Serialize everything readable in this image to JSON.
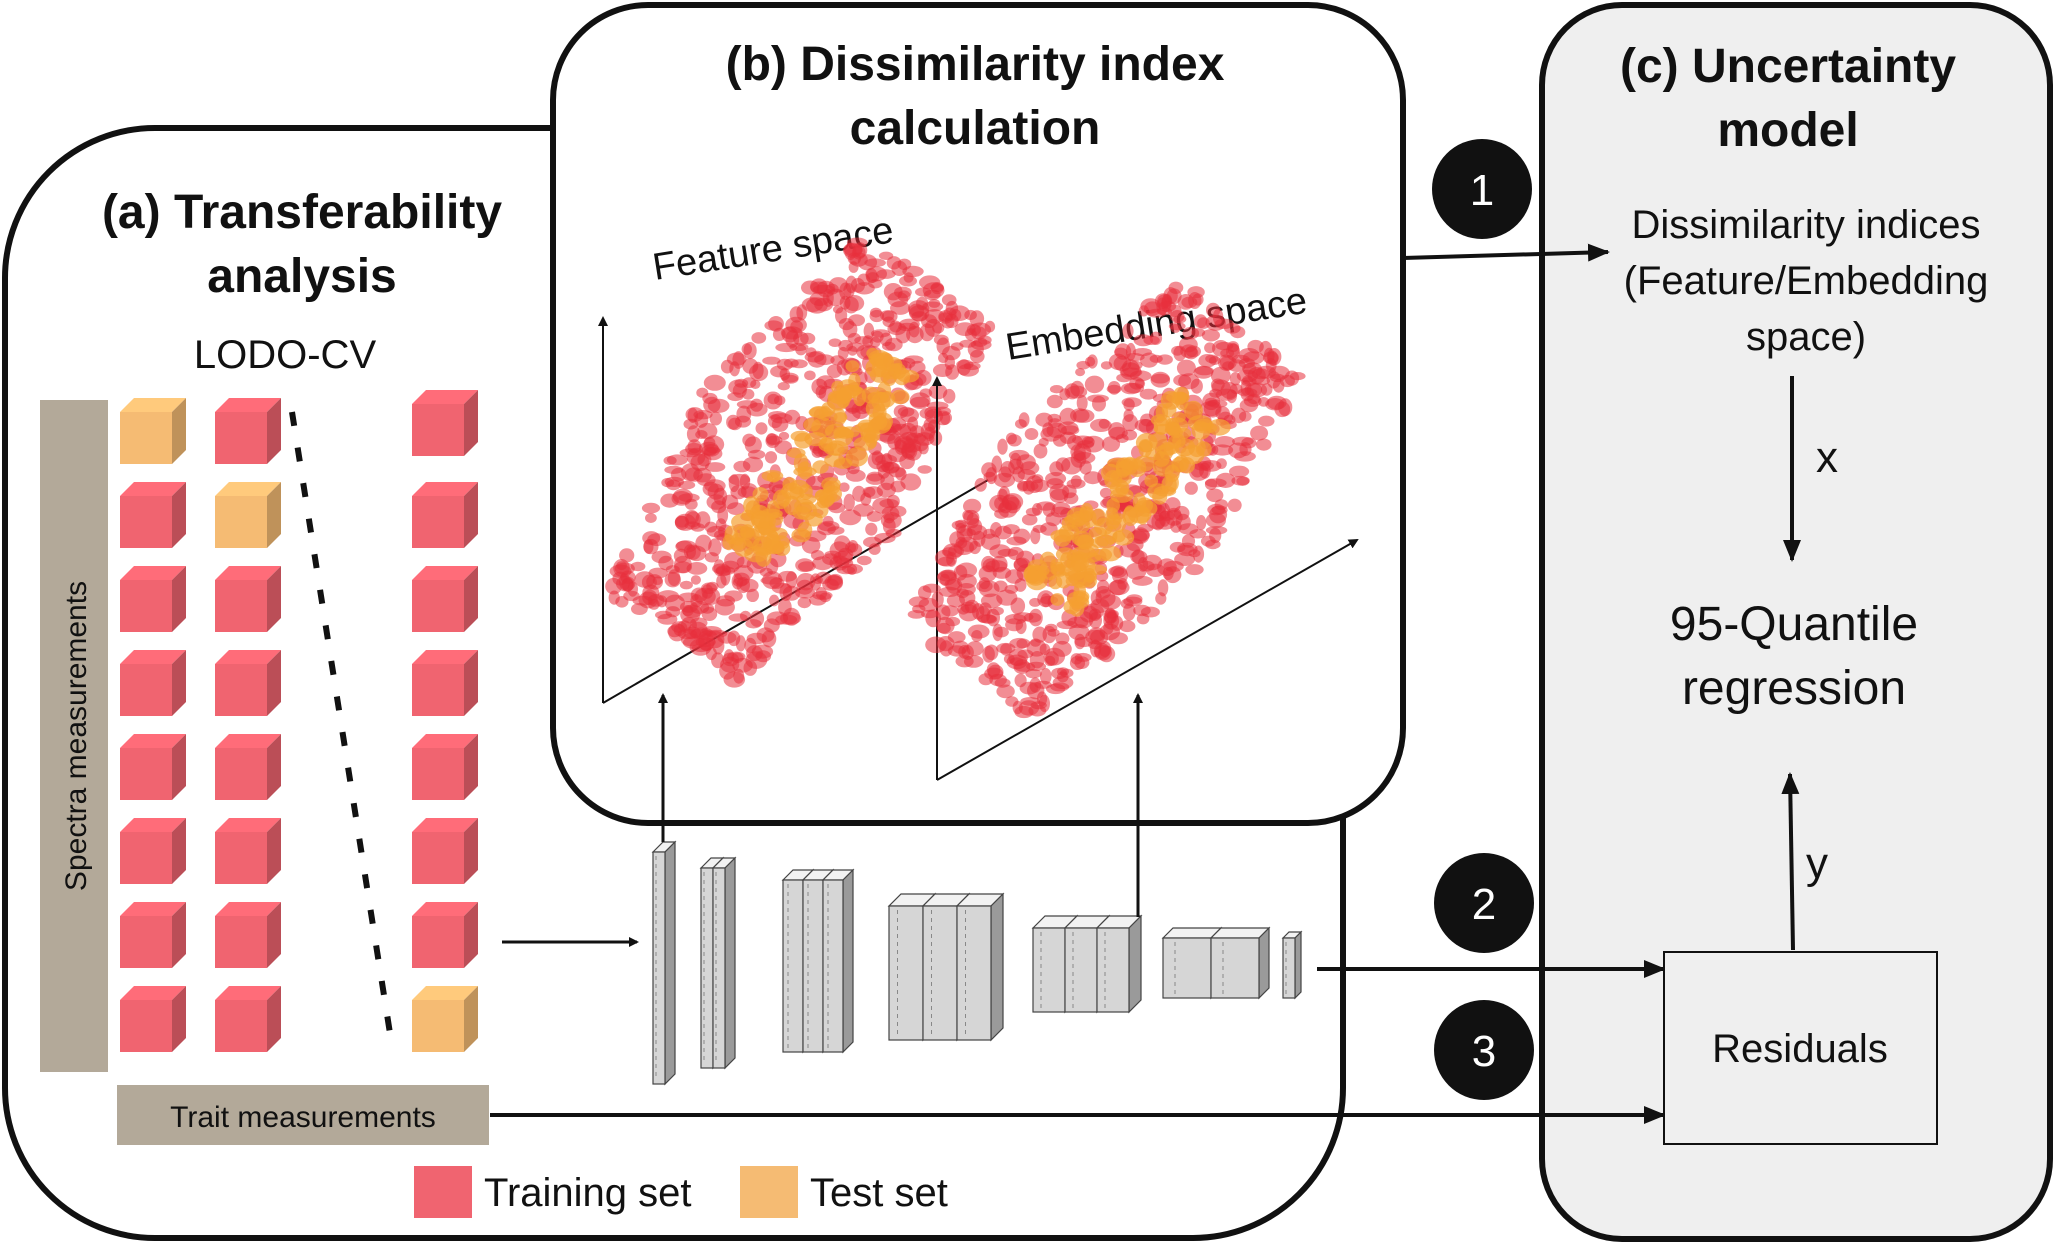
{
  "panel_a": {
    "title_line1": "(a) Transferability",
    "title_line2": "analysis",
    "lodo_label": "LODO-CV",
    "spectra_label": "Spectra measurements",
    "trait_label": "Trait measurements",
    "legend": [
      {
        "label": "Training set",
        "color": "#f06470"
      },
      {
        "label": "Test set",
        "color": "#f5bb73"
      }
    ]
  },
  "panel_b": {
    "title_line1": "(b) Dissimilarity index",
    "title_line2": "calculation",
    "feature_label": "Feature space",
    "embedding_label": "Embedding space"
  },
  "panel_c": {
    "title_line1": "(c) Uncertainty",
    "title_line2": "model",
    "indices_line1": "Dissimilarity indices",
    "indices_line2": "(Feature/Embedding",
    "indices_line3": "space)",
    "x_label": "x",
    "y_label": "y",
    "regression_line1": "95-Quantile",
    "regression_line2": "regression",
    "residuals_label": "Residuals"
  },
  "steps": [
    "1",
    "2",
    "3"
  ],
  "colors": {
    "training": "#f06470",
    "test": "#f5bb73",
    "bar": "#b3a999",
    "panel_c_bg": "#efefef",
    "scatter_red": "#e8303c",
    "scatter_orange": "#f5a030"
  }
}
